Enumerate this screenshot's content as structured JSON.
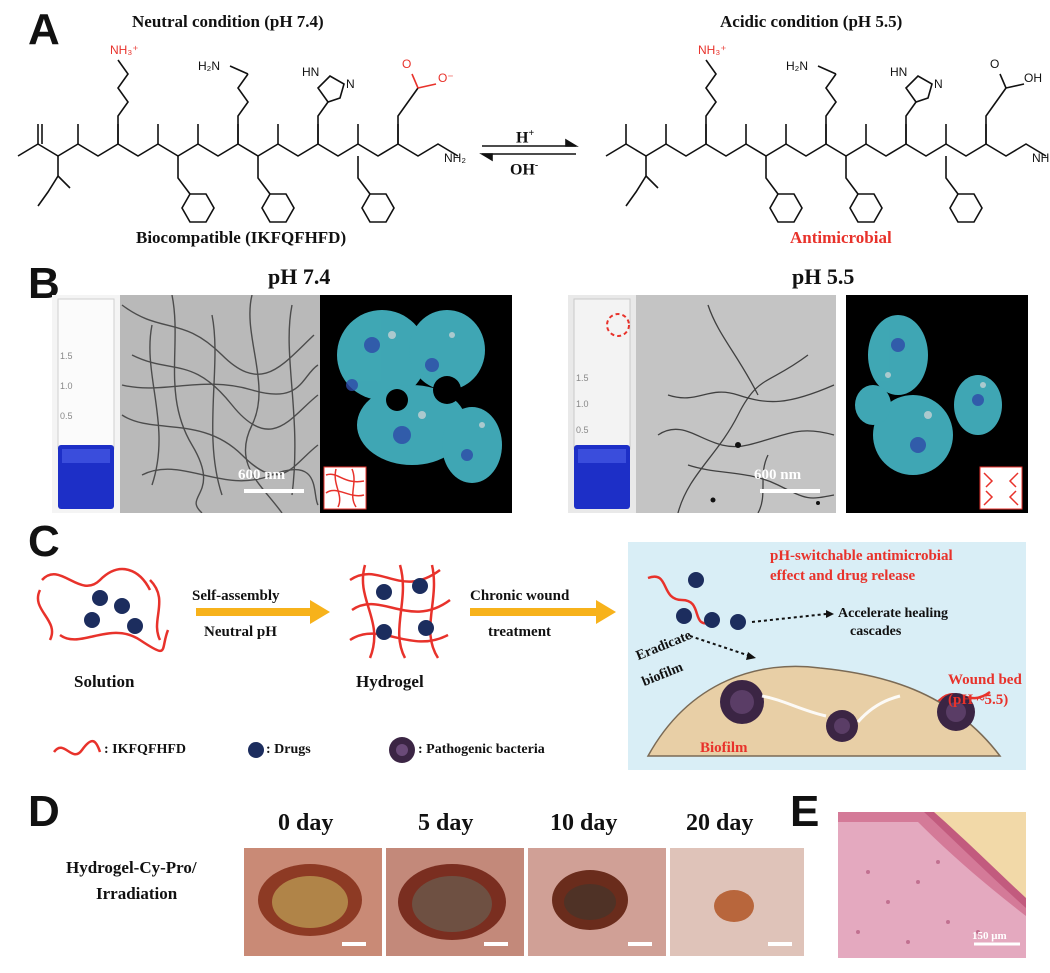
{
  "panels": {
    "a": "A",
    "b": "B",
    "c": "C",
    "d": "D",
    "e": "E"
  },
  "panel_a": {
    "left_title": "Neutral condition (pH 7.4)",
    "right_title": "Acidic condition (pH 5.5)",
    "left_caption": "Biocompatible (IKFQFHFD)",
    "right_caption": "Antimicrobial",
    "arrow_top": "H",
    "arrow_top_sup": "+",
    "arrow_bottom": "OH",
    "arrow_bottom_sup": "-",
    "nh3": "NH",
    "nh3_sub": "3",
    "nh3_sup": "+",
    "h2n": "H₂N",
    "hn": "HN",
    "n": "N",
    "h": "H",
    "o": "O",
    "o_minus": "O⁻",
    "oh": "OH",
    "nh2": "NH₂"
  },
  "panel_b": {
    "left_title": "pH 7.4",
    "right_title": "pH 5.5",
    "scale_left": "600 nm",
    "scale_right": "600 nm",
    "vial_ticks": [
      "1.5",
      "1.0",
      "0.5"
    ]
  },
  "panel_c": {
    "solution": "Solution",
    "hydrogel": "Hydrogel",
    "arrow1_top": "Self-assembly",
    "arrow1_bottom": "Neutral pH",
    "arrow2_top": "Chronic wound",
    "arrow2_bottom": "treatment",
    "box_title_1": "pH-switchable antimicrobial",
    "box_title_2": "effect and drug release",
    "accelerate_1": "Accelerate healing",
    "accelerate_2": "cascades",
    "eradicate_1": "Eradicate",
    "eradicate_2": "biofilm",
    "wound_bed_1": "Wound bed",
    "wound_bed_2": "(pH ~5.5)",
    "biofilm": "Biofilm",
    "legend": [
      {
        "label": ": IKFQFHFD"
      },
      {
        "label": ": Drugs"
      },
      {
        "label": ": Pathogenic bacteria"
      }
    ],
    "colors": {
      "peptide": "#e8322b",
      "drug": "#1c2d5e",
      "arrow": "#f7b21b",
      "box": "#d9eef6",
      "wound": "#e8cfa6"
    }
  },
  "panel_d": {
    "side_label_1": "Hydrogel-Cy-Pro/",
    "side_label_2": "Irradiation",
    "days": [
      "0 day",
      "5 day",
      "10 day",
      "20 day"
    ]
  },
  "panel_e": {
    "scale": "150 μm"
  }
}
